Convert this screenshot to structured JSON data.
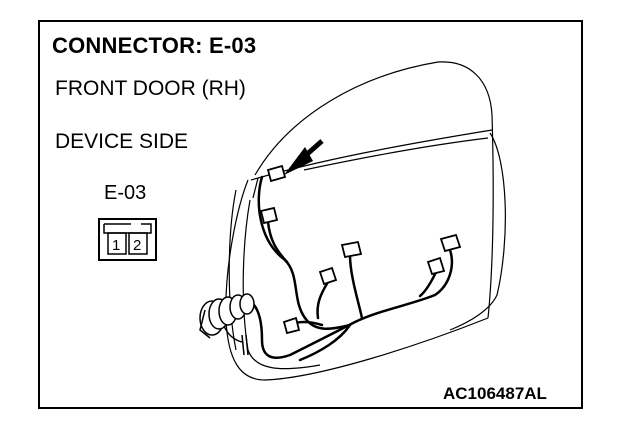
{
  "title": "CONNECTOR: E-03",
  "location": "FRONT DOOR (RH)",
  "side": "DEVICE SIDE",
  "connector": {
    "label": "E-03",
    "pins": [
      "1",
      "2"
    ]
  },
  "code": "AC106487",
  "code_suffix": "AL"
}
